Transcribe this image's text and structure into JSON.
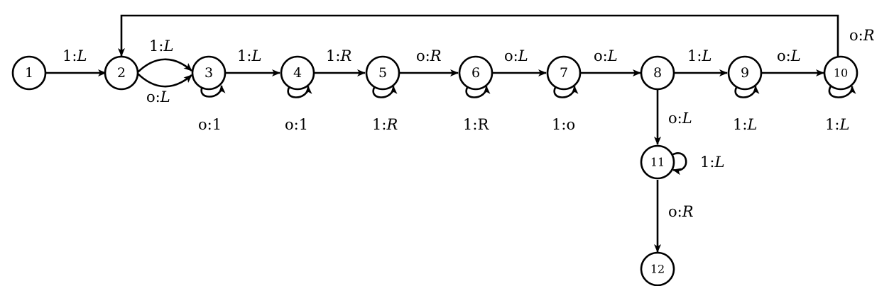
{
  "states": {
    "s1": "1",
    "s2": "2",
    "s3": "3",
    "s4": "4",
    "s5": "5",
    "s6": "6",
    "s7": "7",
    "s8": "8",
    "s9": "9",
    "s10": "10",
    "s11": "11",
    "s12": "12"
  },
  "transitions": {
    "t1_2": {
      "read": "1",
      "sep": ":",
      "write": "L"
    },
    "t2_3a": {
      "read": "1",
      "sep": ":",
      "write": "L"
    },
    "t2_3b": {
      "read": "o",
      "sep": ":",
      "write": "L"
    },
    "t3_4": {
      "read": "1",
      "sep": ":",
      "write": "L"
    },
    "t4_5": {
      "read": "1",
      "sep": ":",
      "write": "R"
    },
    "t5_6": {
      "read": "o",
      "sep": ":",
      "write": "R"
    },
    "t6_7": {
      "read": "o",
      "sep": ":",
      "write": "L"
    },
    "t7_8": {
      "read": "o",
      "sep": ":",
      "write": "L"
    },
    "t8_9": {
      "read": "1",
      "sep": ":",
      "write": "L"
    },
    "t9_10": {
      "read": "o",
      "sep": ":",
      "write": "L"
    },
    "t10_2": {
      "read": "o",
      "sep": ":",
      "write": "R"
    },
    "t8_11": {
      "read": "o",
      "sep": ":",
      "write": "L"
    },
    "t11_12": {
      "read": "o",
      "sep": ":",
      "write": "R"
    }
  },
  "loops": {
    "l3": {
      "read": "o",
      "sep": ":",
      "write": "1"
    },
    "l4": {
      "read": "o",
      "sep": ":",
      "write": "1"
    },
    "l5": {
      "read": "1",
      "sep": ":",
      "write": "R"
    },
    "l6": {
      "read": "1",
      "sep": ":",
      "write": "R"
    },
    "l7": {
      "read": "1",
      "sep": ":",
      "write": "o"
    },
    "l9": {
      "read": "1",
      "sep": ":",
      "write": "L"
    },
    "l10": {
      "read": "1",
      "sep": ":",
      "write": "L"
    },
    "l11": {
      "read": "1",
      "sep": ":",
      "write": "L"
    }
  }
}
